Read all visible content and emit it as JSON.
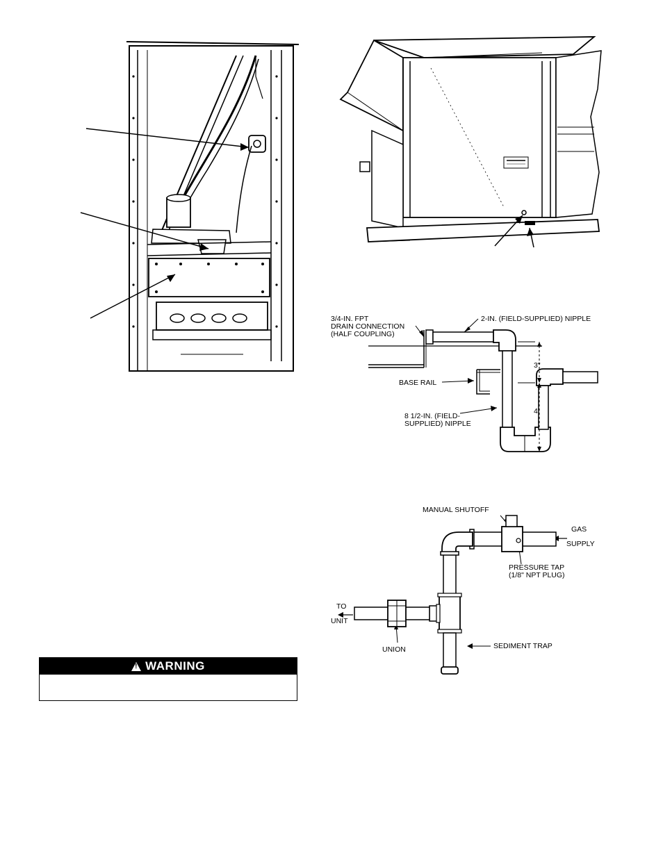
{
  "figure_drain": {
    "label_drain_connection_1": "3/4-IN. FPT",
    "label_drain_connection_2": "DRAIN CONNECTION",
    "label_drain_connection_3": "(HALF COUPLING)",
    "label_nipple_2in": "2-IN. (FIELD-SUPPLIED) NIPPLE",
    "label_base_rail": "BASE RAIL",
    "label_nipple_8in_1": "8 1/2-IN. (FIELD-",
    "label_nipple_8in_2": "SUPPLIED) NIPPLE",
    "dim_3in": "3\"",
    "dim_4in": "4\""
  },
  "figure_gas": {
    "label_manual_shutoff": "MANUAL SHUTOFF",
    "label_gas_1": "GAS",
    "label_gas_2": "SUPPLY",
    "label_pressure_tap_1": "PRESSURE TAP",
    "label_pressure_tap_2": "(1/8\" NPT PLUG)",
    "label_to_unit_1": "TO",
    "label_to_unit_2": "UNIT",
    "label_union": "UNION",
    "label_sediment_trap": "SEDIMENT TRAP"
  },
  "warning": {
    "title": "WARNING"
  }
}
